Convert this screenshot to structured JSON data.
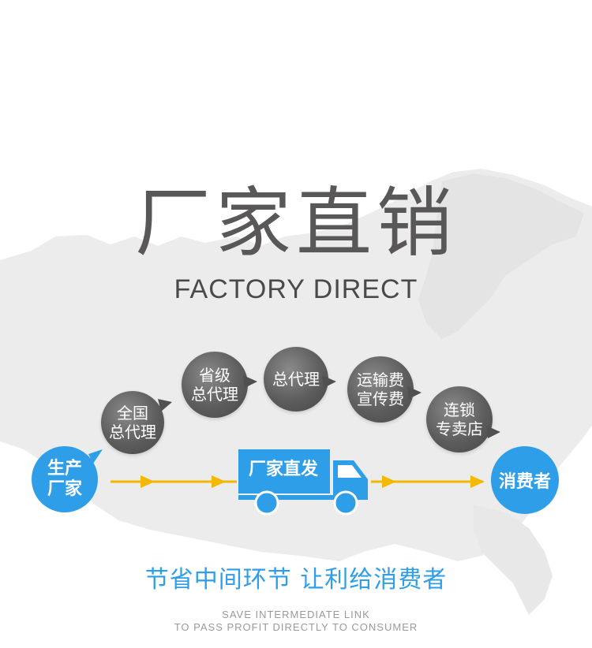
{
  "title": {
    "chinese": "厂家直销",
    "english": "FACTORY DIRECT"
  },
  "flow": {
    "start_node": "生产\n厂家",
    "end_node": "消费者",
    "truck_label": "厂家直发",
    "middlemen": [
      {
        "label": "全国\n总代理"
      },
      {
        "label": "省级\n总代理"
      },
      {
        "label": "总代理"
      },
      {
        "label": "运输费\n宣传费"
      },
      {
        "label": "连锁\n专卖店"
      }
    ]
  },
  "slogan": {
    "chinese": "节省中间环节 让利给消费者",
    "english_line1": "SAVE INTERMEDIATE LINK",
    "english_line2": "TO PASS PROFIT DIRECTLY TO CONSUMER"
  },
  "colors": {
    "accent_blue": "#2e9ee8",
    "arrow_yellow": "#f5b800",
    "bubble_gray": "#5d5d5d",
    "title_gray": "#595757"
  }
}
